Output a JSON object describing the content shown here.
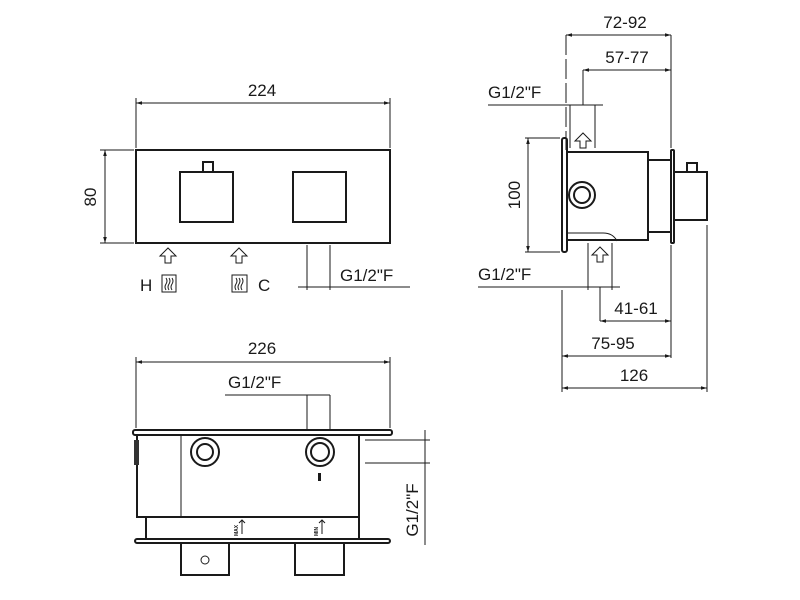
{
  "front_view": {
    "width_dim": "224",
    "height_dim": "80",
    "hot_label": "H",
    "cold_label": "C",
    "thread_label": "G1/2\"F"
  },
  "bottom_view": {
    "width_dim": "226",
    "thread_label_top": "G1/2\"F",
    "thread_label_side": "G1/2\"F",
    "max_label": "MAX",
    "min_label": "MIN"
  },
  "side_view": {
    "dim_72_92": "72-92",
    "dim_57_77": "57-77",
    "thread_label_top": "G1/2\"F",
    "height_dim": "100",
    "thread_label_bottom": "G1/2\"F",
    "dim_41_61": "41-61",
    "dim_75_95": "75-95",
    "dim_126": "126"
  }
}
